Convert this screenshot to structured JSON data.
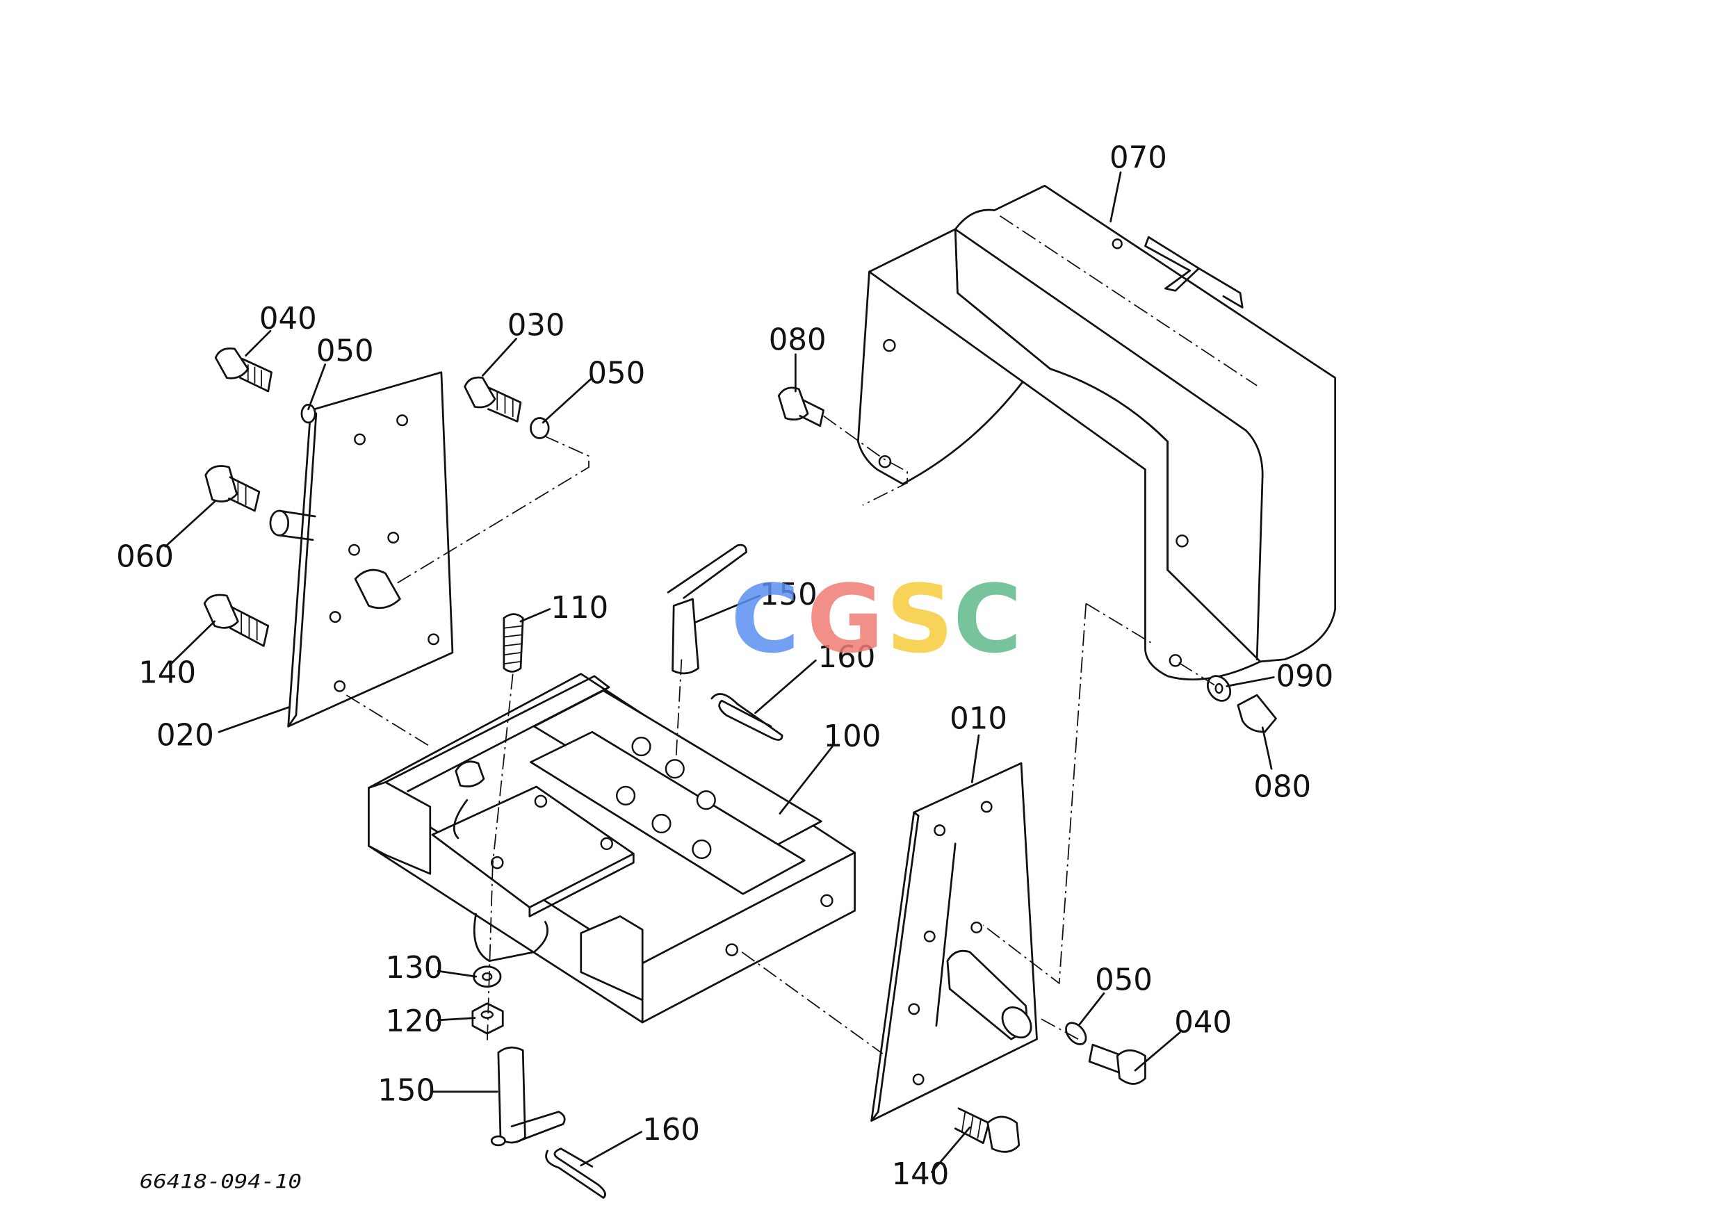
{
  "callouts": [
    "070",
    "080",
    "080",
    "090",
    "040",
    "050",
    "030",
    "050",
    "060",
    "140",
    "020",
    "110",
    "150",
    "160",
    "100",
    "010",
    "050",
    "040",
    "130",
    "120",
    "150",
    "160",
    "140"
  ],
  "reference_number": "66418-094-10",
  "watermark": {
    "letters": [
      "C",
      "G",
      "S",
      "C"
    ],
    "colors": [
      "#5b8ff0",
      "#f07b73",
      "#f6cc3c",
      "#5fb889"
    ]
  }
}
